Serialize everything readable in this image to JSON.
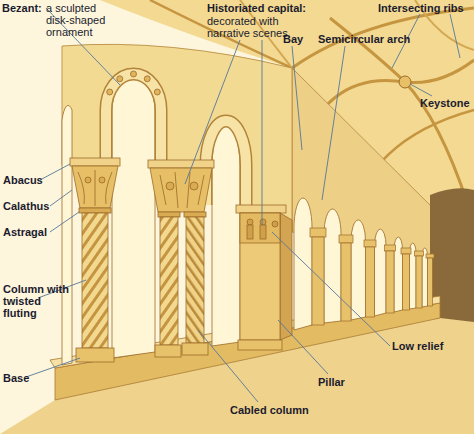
{
  "diagram": {
    "labels": [
      "Bezant:",
      "a sculpted disk-shaped ornament",
      "Historiated capital:",
      "decorated with narrative scenes",
      "Bay",
      "Semicircular arch",
      "Intersecting ribs",
      "Keystone",
      "Abacus",
      "Calathus",
      "Astragal",
      "Column with twisted fluting",
      "Base",
      "Cabled column",
      "Pillar",
      "Low relief"
    ]
  }
}
